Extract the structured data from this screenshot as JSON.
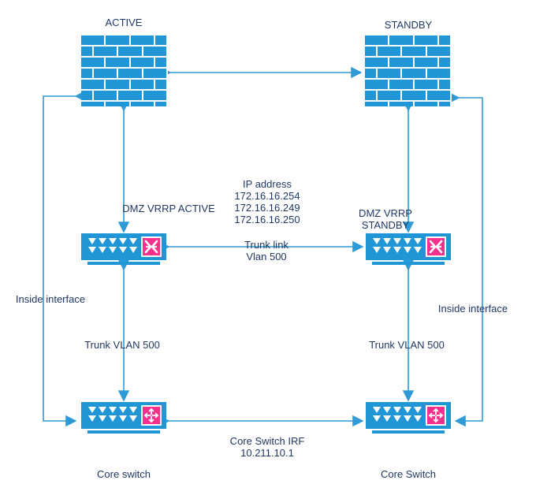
{
  "diagram": {
    "title": "Firewall HA with DMZ VRRP and Core Switch IRF network topology",
    "colors": {
      "device_blue": "#2196d6",
      "link_blue": "#2e9bd6",
      "icon_pink": "#f5308c",
      "text_navy": "#1f3864",
      "background": "#ffffff"
    }
  },
  "nodes": {
    "firewall_active": {
      "label": "ACTIVE",
      "type": "firewall"
    },
    "firewall_standby": {
      "label": "STANDBY",
      "type": "firewall"
    },
    "dmz_switch_left": {
      "label": "DMZ VRRP ACTIVE",
      "type": "switch",
      "icon": "switch-crossing-icon"
    },
    "dmz_switch_right": {
      "label": "DMZ VRRP\nSTANDBY",
      "type": "switch",
      "icon": "switch-crossing-icon"
    },
    "core_switch_left": {
      "label": "Core switch",
      "type": "core-switch",
      "icon": "router-arrows-icon"
    },
    "core_switch_right": {
      "label": "Core Switch",
      "type": "core-switch",
      "icon": "router-arrows-icon"
    }
  },
  "annotations": {
    "ip_block": "IP address\n172.16.16.254\n172.16.16.249\n172.16.16.250",
    "trunk_link": "Trunk link\nVlan 500",
    "inside_interface_left": "Inside interface",
    "inside_interface_right": "Inside interface",
    "trunk_vlan_left": "Trunk VLAN 500",
    "trunk_vlan_right": "Trunk VLAN 500",
    "core_switch_irf": "Core Switch IRF\n10.211.10.1"
  }
}
